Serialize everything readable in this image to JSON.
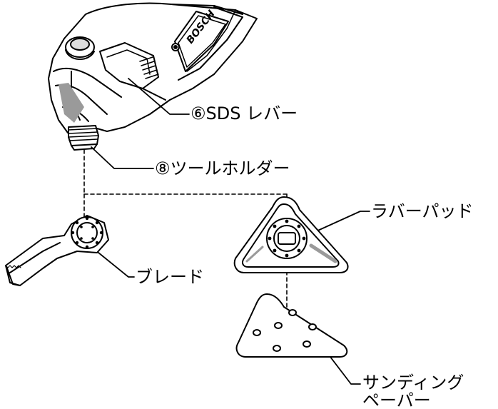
{
  "labels": {
    "sds_lever": "⑥SDS レバー",
    "tool_holder": "⑧ツールホルダー",
    "rubber_pad": "ラバーパッド",
    "blade": "ブレード",
    "sanding_paper_line1": "サンディング",
    "sanding_paper_line2": "ペーパー"
  },
  "brand": {
    "logo": "BOSCH"
  },
  "colors": {
    "line": "#000000",
    "background": "#ffffff",
    "shade": "#9a9a9a"
  }
}
